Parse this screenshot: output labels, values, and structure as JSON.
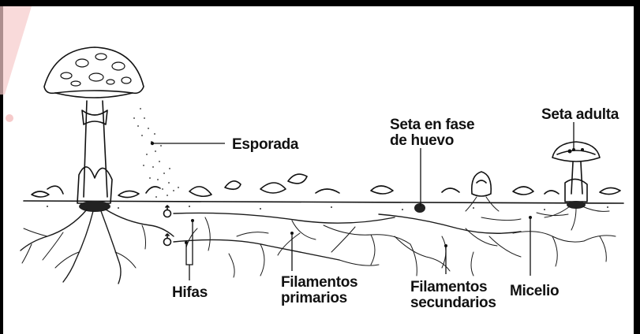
{
  "labels": {
    "esporada": "Esporada",
    "seta_huevo_line1": "Seta en fase",
    "seta_huevo_line2": "de huevo",
    "seta_adulta": "Seta adulta",
    "hifas": "Hifas",
    "filamentos_primarios_line1": "Filamentos",
    "filamentos_primarios_line2": "primarios",
    "filamentos_secundarios_line1": "Filamentos",
    "filamentos_secundarios_line2": "secundarios",
    "micelio": "Micelio"
  },
  "colors": {
    "frame_top": "#000000",
    "accent_red": "#f4b9b9",
    "ink": "#111111",
    "background": "#ffffff"
  }
}
